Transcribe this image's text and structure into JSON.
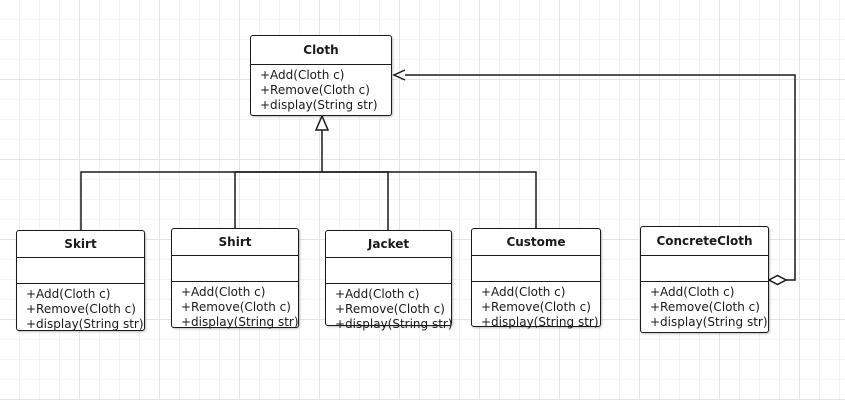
{
  "diagram": {
    "classes": [
      {
        "id": "cloth",
        "name": "Cloth",
        "attributes": [],
        "methods": [
          "+Add(Cloth c)",
          "+Remove(Cloth c)",
          "+display(String str)"
        ]
      },
      {
        "id": "skirt",
        "name": "Skirt",
        "attributes": [],
        "methods": [
          "+Add(Cloth c)",
          "+Remove(Cloth c)",
          "+display(String str)"
        ]
      },
      {
        "id": "shirt",
        "name": "Shirt",
        "attributes": [],
        "methods": [
          "+Add(Cloth c)",
          "+Remove(Cloth c)",
          "+display(String str)"
        ]
      },
      {
        "id": "jacket",
        "name": "Jacket",
        "attributes": [],
        "methods": [
          "+Add(Cloth c)",
          "+Remove(Cloth c)",
          "+display(String str)"
        ]
      },
      {
        "id": "custome",
        "name": "Custome",
        "attributes": [],
        "methods": [
          "+Add(Cloth c)",
          "+Remove(Cloth c)",
          "+display(String str)"
        ]
      },
      {
        "id": "concretecloth",
        "name": "ConcreteCloth",
        "attributes": [],
        "methods": [
          "+Add(Cloth c)",
          "+Remove(Cloth c)",
          "+display(String str)"
        ]
      }
    ],
    "relations": [
      {
        "type": "generalization",
        "from": "skirt",
        "to": "cloth"
      },
      {
        "type": "generalization",
        "from": "shirt",
        "to": "cloth"
      },
      {
        "type": "generalization",
        "from": "jacket",
        "to": "cloth"
      },
      {
        "type": "generalization",
        "from": "custome",
        "to": "cloth"
      },
      {
        "type": "aggregation",
        "from": "concretecloth",
        "to": "cloth"
      }
    ],
    "colors": {
      "line": "#1a1a1a",
      "box_fill": "#ffffff",
      "background": "#ffffff",
      "grid": "#e4e4e4"
    }
  }
}
